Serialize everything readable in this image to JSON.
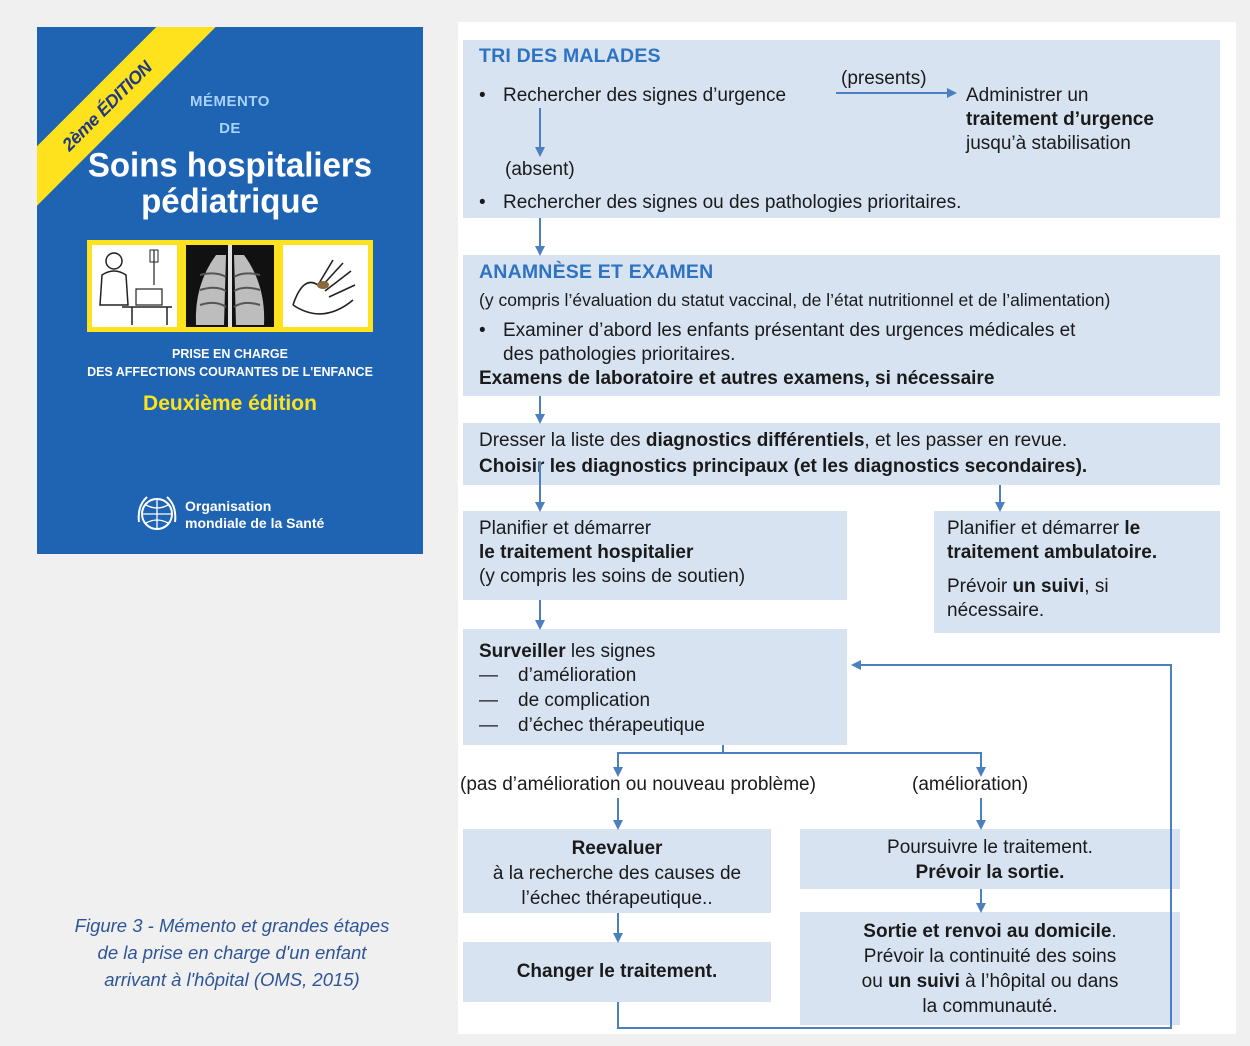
{
  "cover": {
    "ribbon": "2ème ÉDITION",
    "memento": "MÉMENTO",
    "de": "DE",
    "title_line1": "Soins hospitaliers",
    "title_line2": "pédiatrique",
    "subtitle_line1": "PRISE EN CHARGE",
    "subtitle_line2": "DES AFFECTIONS COURANTES DE L'ENFANCE",
    "edition": "Deuxième édition",
    "org_line1": "Organisation",
    "org_line2": "mondiale de la Santé",
    "colors": {
      "background": "#1f63b3",
      "accent": "#ffe21e"
    }
  },
  "caption": {
    "line1": "Figure 3 - Mémento et grandes étapes",
    "line2": "de la prise en charge d'un enfant",
    "line3": "arrivant à l'hôpital (OMS, 2015)"
  },
  "flow": {
    "colors": {
      "box": "#d8e3f2",
      "arrow": "#4b7fbf",
      "heading": "#2e73c2"
    },
    "tri": {
      "heading": "TRI DES MALADES",
      "bullet1": "Rechercher des signes d’urgence",
      "presents": "(presents)",
      "admin_line1": "Administrer un",
      "admin_line2": "traitement d’urgence",
      "admin_line3": "jusqu’à stabilisation",
      "absent": "(absent)",
      "bullet2": "Rechercher des signes ou des pathologies prioritaires."
    },
    "anamnese": {
      "heading": "ANAMNÈSE ET EXAMEN",
      "note": "(y compris l’évaluation du statut vaccinal, de l’état nutritionnel et de l’alimentation)",
      "bullet_line1": "Examiner d’abord les enfants présentant des urgences médicales et",
      "bullet_line2": "des pathologies prioritaires.",
      "labs": "Examens de laboratoire et autres examens, si nécessaire"
    },
    "diagnostics": {
      "line1_a": "Dresser la liste des ",
      "line1_b": "diagnostics différentiels",
      "line1_c": ", et les passer en revue.",
      "line2": "Choisir les diagnostics principaux (et les diagnostics secondaires)."
    },
    "hospital": {
      "line1": "Planifier et démarrer",
      "line2": "le traitement hospitalier",
      "line3": "(y compris les soins de soutien)"
    },
    "ambulatory": {
      "line1_a": "Planifier et démarrer ",
      "line1_b": "le",
      "line2": "traitement ambulatoire.",
      "line3_a": "Prévoir ",
      "line3_b": "un suivi",
      "line3_c": ", si",
      "line4": "nécessaire."
    },
    "monitor": {
      "line1_a": "Surveiller",
      "line1_b": " les signes",
      "dash": "—",
      "item1": "d’amélioration",
      "item2": "de complication",
      "item3": "d’échec thérapeutique"
    },
    "branch_left": "(pas d’amélioration ou nouveau problème)",
    "branch_right": "(amélioration)",
    "reevaluate": {
      "line1": "Reevaluer",
      "line2": "à la recherche des causes de",
      "line3": "l’échec thérapeutique.."
    },
    "continue": {
      "line1": "Poursuivre le traitement.",
      "line2": "Prévoir la sortie."
    },
    "change": "Changer le traitement.",
    "discharge": {
      "line1": "Sortie et renvoi au domicile",
      "line1_dot": ".",
      "line2": "Prévoir la continuité des soins",
      "line3_a": "ou ",
      "line3_b": "un suivi",
      "line3_c": " à l’hôpital ou dans",
      "line4": "la communauté."
    }
  }
}
